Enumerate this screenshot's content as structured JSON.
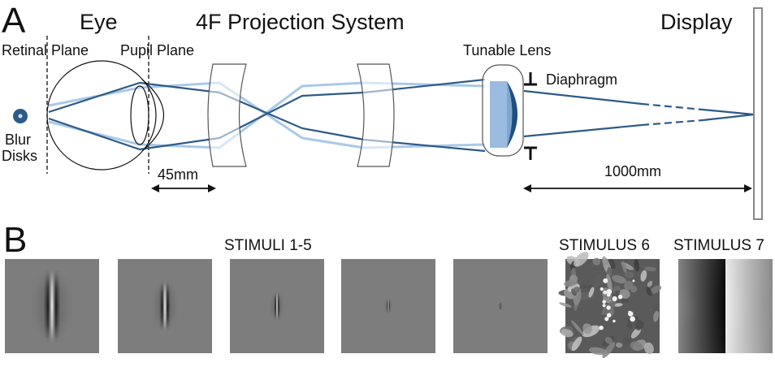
{
  "panel_a": {
    "letter": "A",
    "eye": "Eye",
    "system": "4F Projection System",
    "display": "Display",
    "retinal_plane": "Retinal Plane",
    "pupil_plane": "Pupil Plane",
    "tunable_lens": "Tunable Lens",
    "diaphragm": "Diaphragm",
    "blur": "Blur",
    "disks": "Disks",
    "dist_45": "45mm",
    "dist_1000": "1000mm"
  },
  "panel_b": {
    "letter": "B",
    "stimuli_1_5": "STIMULI 1-5",
    "stimulus_6": "STIMULUS 6",
    "stimulus_7": "STIMULUS 7"
  },
  "colors": {
    "dark_ray": "#2e5a87",
    "light_ray": "#a9c9e8",
    "lens_fill": "#7fa6d0",
    "lens_dark": "#1f4f80",
    "stimulus_gray": "#7d7d7d"
  }
}
